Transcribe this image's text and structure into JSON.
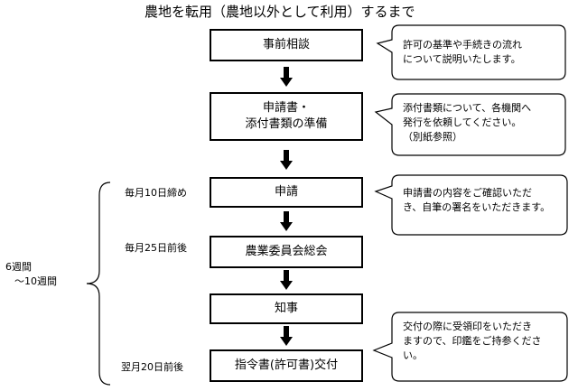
{
  "title": "農地を転用（農地以外として利用）するまで",
  "steps": [
    {
      "label": "事前相談"
    },
    {
      "label_line1": "申請書・",
      "label_line2": "添付書類の準備"
    },
    {
      "label": "申請"
    },
    {
      "label": "農業委員会総会"
    },
    {
      "label": "知事"
    },
    {
      "label": "指令書(許可書)交付"
    }
  ],
  "callouts": [
    {
      "line1": "許可の基準や手続きの流れ",
      "line2": "について説明いたします。"
    },
    {
      "line1": "添付書類について、各機関へ",
      "line2": "発行を依頼してください。",
      "line3": "（別紙参照）"
    },
    {
      "line1": "申請書の内容をご確認いただ",
      "line2": "き、自筆の署名をいただきます。"
    },
    {
      "line1": "交付の際に受領印をいただき",
      "line2": "ますので、印鑑をご持参くださ",
      "line3": "い。"
    }
  ],
  "timeline": {
    "monthly_deadline": "毎月10日締め",
    "meeting_timing": "毎月25日前後",
    "issue_timing": "翌月20日前後"
  },
  "duration": {
    "line1": "6週間",
    "line2": "～10週間"
  }
}
